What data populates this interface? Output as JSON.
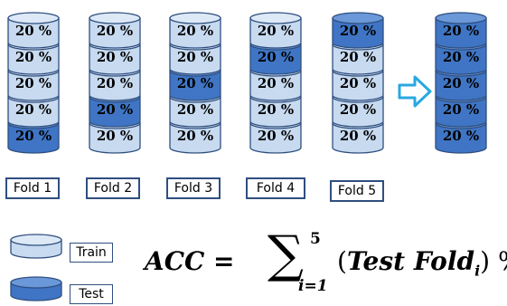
{
  "diagram": {
    "segment_label": "20 %",
    "folds": [
      {
        "label": "Fold 1",
        "test_index": 4
      },
      {
        "label": "Fold 2",
        "test_index": 3
      },
      {
        "label": "Fold 3",
        "test_index": 2
      },
      {
        "label": "Fold 4",
        "test_index": 1
      },
      {
        "label": "Fold 5",
        "test_index": 0
      }
    ],
    "result_stack": {
      "label": "20 %",
      "all_test": true
    },
    "arrow": "right-outline-arrow"
  },
  "legend": {
    "train_label": "Train",
    "test_label": "Test"
  },
  "formula": {
    "lhs": "ACC =",
    "sum_upper": "5",
    "sum_lower": "i=1",
    "body_text": "Test  Fold",
    "subscript": "i",
    "suffix": ") %",
    "prefix": "("
  },
  "colors": {
    "train_fill": "#c7daf0",
    "train_top": "#dde9f7",
    "test_fill": "#3f75c4",
    "test_top": "#6a98d8",
    "outline": "#2f4f7f",
    "arrow": "#29a8e0"
  }
}
